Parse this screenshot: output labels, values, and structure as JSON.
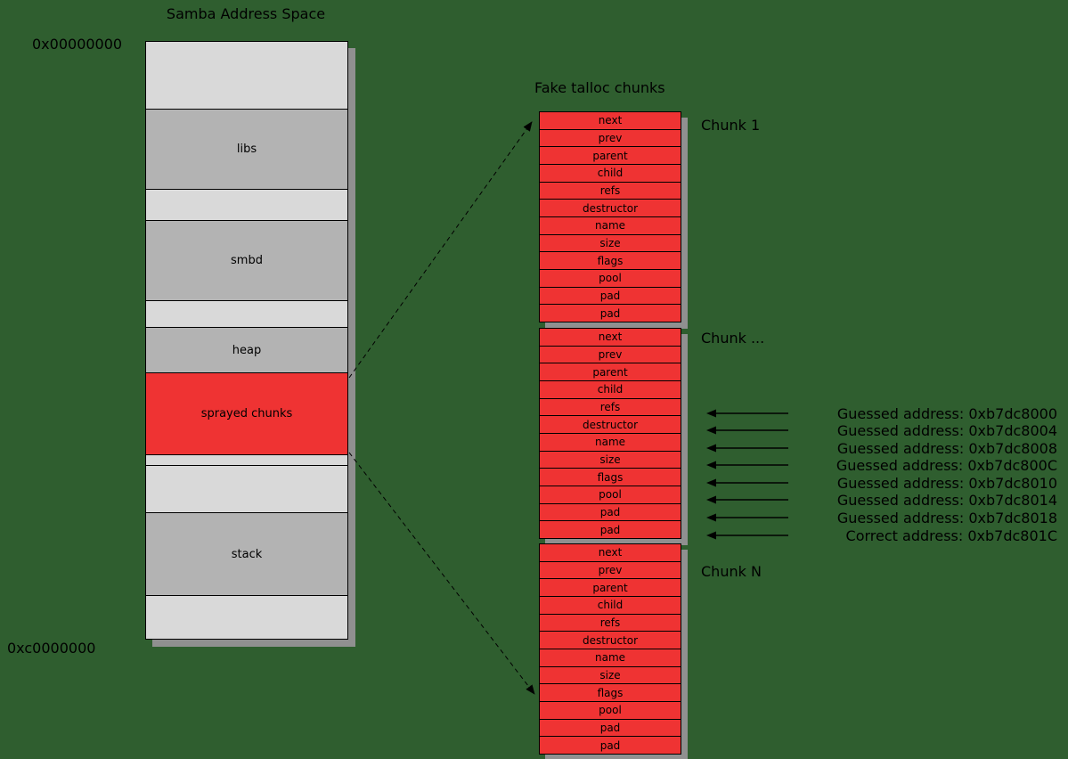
{
  "colors": {
    "background": "#2f5e2f",
    "region_fill": "#b3b3b3",
    "empty_fill": "#d9d9d9",
    "highlight_fill": "#ef3333",
    "shadow": "#909090",
    "border": "#000000",
    "text": "#000000"
  },
  "memory_map": {
    "title": "Samba Address Space",
    "top_address": "0x00000000",
    "bottom_address": "0xc0000000",
    "segments": [
      {
        "label": "",
        "kind": "empty",
        "h": 76
      },
      {
        "label": "libs",
        "kind": "region",
        "h": 90
      },
      {
        "label": "",
        "kind": "empty",
        "h": 35
      },
      {
        "label": "smbd",
        "kind": "region",
        "h": 90
      },
      {
        "label": "",
        "kind": "empty",
        "h": 30
      },
      {
        "label": "heap",
        "kind": "region",
        "h": 51
      },
      {
        "label": "sprayed chunks",
        "kind": "highlight",
        "h": 92
      },
      {
        "label": "",
        "kind": "empty",
        "h": 12
      },
      {
        "label": "",
        "kind": "empty",
        "h": 53
      },
      {
        "label": "stack",
        "kind": "region",
        "h": 93
      },
      {
        "label": "",
        "kind": "empty",
        "h": 48
      }
    ]
  },
  "fake_chunks": {
    "title": "Fake talloc chunks",
    "fields": [
      "next",
      "prev",
      "parent",
      "child",
      "refs",
      "destructor",
      "name",
      "size",
      "flags",
      "pool",
      "pad",
      "pad"
    ],
    "chunks": [
      {
        "label": "Chunk 1"
      },
      {
        "label": "Chunk ..."
      },
      {
        "label": "Chunk N"
      }
    ]
  },
  "address_annotations": [
    "Guessed address: 0xb7dc8000",
    "Guessed address: 0xb7dc8004",
    "Guessed address: 0xb7dc8008",
    "Guessed address: 0xb7dc800C",
    "Guessed address: 0xb7dc8010",
    "Guessed address: 0xb7dc8014",
    "Guessed address: 0xb7dc8018",
    "Correct address: 0xb7dc801C"
  ]
}
